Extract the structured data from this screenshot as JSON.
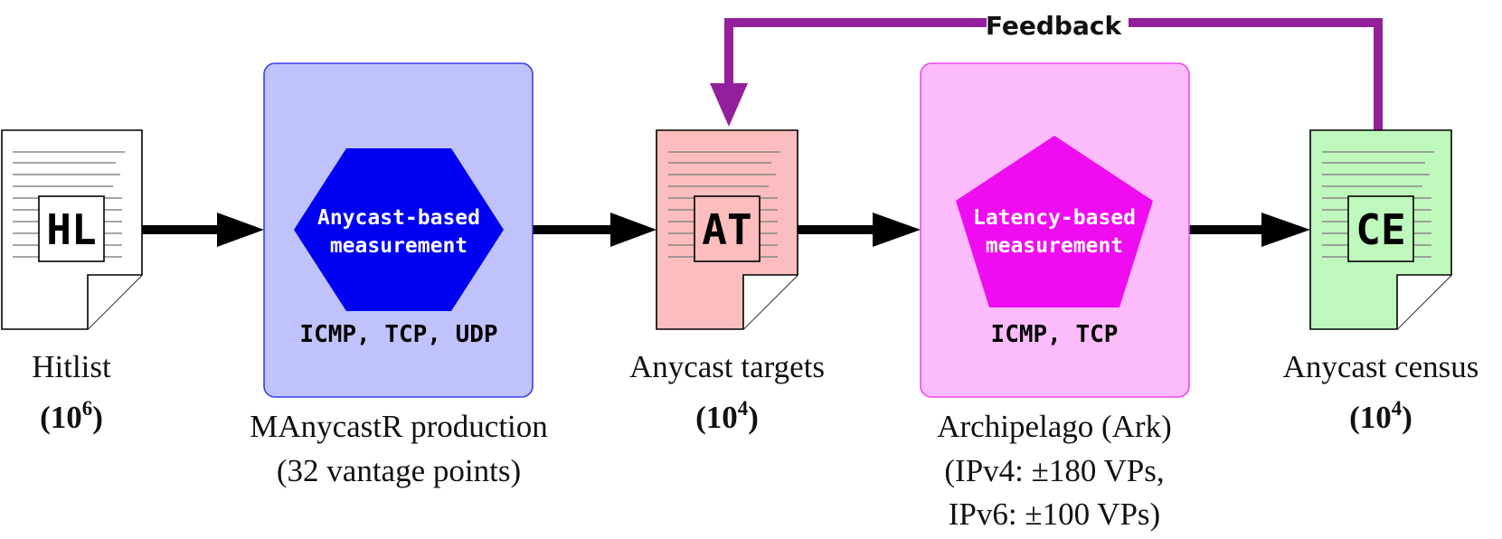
{
  "feedback": {
    "label": "Feedback",
    "color": "#93209a"
  },
  "documents": {
    "hitlist": {
      "badge": "HL",
      "name": "Hitlist",
      "count_base": "(10",
      "count_exp": "6",
      "count_close": ")",
      "fill": "#ffffff"
    },
    "targets": {
      "badge": "AT",
      "name": "Anycast targets",
      "count_base": "(10",
      "count_exp": "4",
      "count_close": ")",
      "fill": "#fbbdbd"
    },
    "census": {
      "badge": "CE",
      "name": "Anycast census",
      "count_base": "(10",
      "count_exp": "4",
      "count_close": ")",
      "fill": "#bff8bd"
    }
  },
  "stages": {
    "manycast": {
      "shape_line1": "Anycast-based",
      "shape_line2": "measurement",
      "protocols": "ICMP, TCP, UDP",
      "caption_line1": "MAnycastR production",
      "caption_line2": "(32 vantage points)",
      "panel_fill": "#c0c3fb",
      "panel_stroke": "#3a3ff0",
      "shape_fill": "#0000f3"
    },
    "ark": {
      "shape_line1": "Latency-based",
      "shape_line2": "measurement",
      "protocols": "ICMP, TCP",
      "caption_line1": "Archipelago (Ark)",
      "caption_line2": "(IPv4: ±180 VPs,",
      "caption_line3": "IPv6: ±100 VPs)",
      "panel_fill": "#fcbcfb",
      "panel_stroke": "#ee48ee",
      "shape_fill": "#f00cf0"
    }
  }
}
